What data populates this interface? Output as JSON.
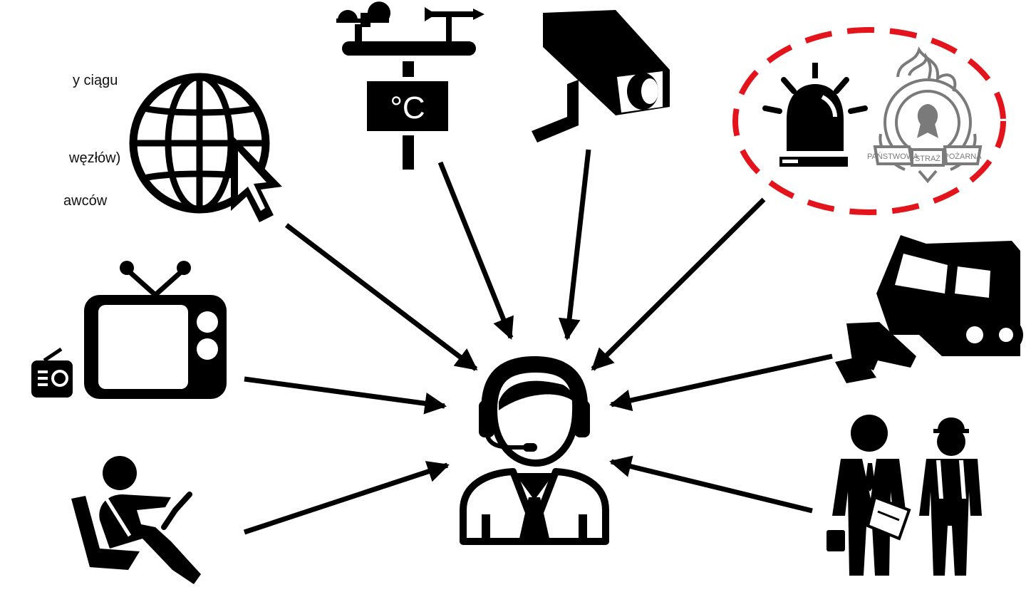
{
  "text_fragments": [
    "y ciągu",
    "węzłów)",
    "awców"
  ],
  "pill_labels": {
    "celsius": "°C"
  },
  "emblem_text": [
    "PAŃSTWOWA",
    "STRAŻ",
    "POŻARNA"
  ],
  "colors": {
    "ink": "#000000",
    "highlight": "#e3141b",
    "emblem_gray": "#7a7a7a"
  },
  "icons": [
    "globe-cursor-icon",
    "weather-station-icon",
    "cctv-camera-icon",
    "alarm-light-icon",
    "fire-service-emblem-icon",
    "snowplow-truck-icon",
    "officials-worker-icon",
    "driver-icon",
    "tv-radio-icon",
    "operator-headset-icon"
  ]
}
